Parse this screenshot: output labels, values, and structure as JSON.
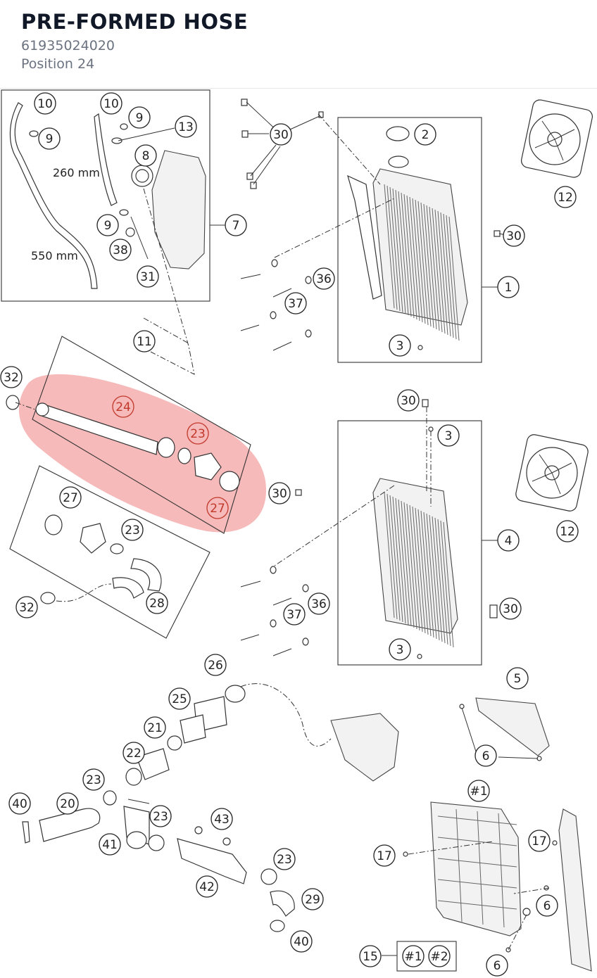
{
  "header": {
    "title": "PRE-FORMED HOSE",
    "part_number": "61935024020",
    "position": "Position 24"
  },
  "highlight_color": "#f4a3a3",
  "dimensions": [
    "260 mm",
    "550 mm"
  ],
  "callouts": [
    {
      "label": "10"
    },
    {
      "label": "9"
    },
    {
      "label": "10"
    },
    {
      "label": "9"
    },
    {
      "label": "13"
    },
    {
      "label": "8"
    },
    {
      "label": "9"
    },
    {
      "label": "38"
    },
    {
      "label": "31"
    },
    {
      "label": "7"
    },
    {
      "label": "30"
    },
    {
      "label": "2"
    },
    {
      "label": "12"
    },
    {
      "label": "30"
    },
    {
      "label": "1"
    },
    {
      "label": "36"
    },
    {
      "label": "37"
    },
    {
      "label": "3"
    },
    {
      "label": "11"
    },
    {
      "label": "32"
    },
    {
      "label": "24"
    },
    {
      "label": "23"
    },
    {
      "label": "27"
    },
    {
      "label": "30"
    },
    {
      "label": "30"
    },
    {
      "label": "3"
    },
    {
      "label": "12"
    },
    {
      "label": "27"
    },
    {
      "label": "23"
    },
    {
      "label": "32"
    },
    {
      "label": "28"
    },
    {
      "label": "4"
    },
    {
      "label": "36"
    },
    {
      "label": "37"
    },
    {
      "label": "30"
    },
    {
      "label": "3"
    },
    {
      "label": "26"
    },
    {
      "label": "25"
    },
    {
      "label": "5"
    },
    {
      "label": "21"
    },
    {
      "label": "22"
    },
    {
      "label": "6"
    },
    {
      "label": "23"
    },
    {
      "label": "#1"
    },
    {
      "label": "40"
    },
    {
      "label": "20"
    },
    {
      "label": "23"
    },
    {
      "label": "43"
    },
    {
      "label": "41"
    },
    {
      "label": "17"
    },
    {
      "label": "17"
    },
    {
      "label": "23"
    },
    {
      "label": "42"
    },
    {
      "label": "29"
    },
    {
      "label": "6"
    },
    {
      "label": "40"
    },
    {
      "label": "15"
    },
    {
      "label": "#1"
    },
    {
      "label": "#2"
    },
    {
      "label": "6"
    }
  ]
}
